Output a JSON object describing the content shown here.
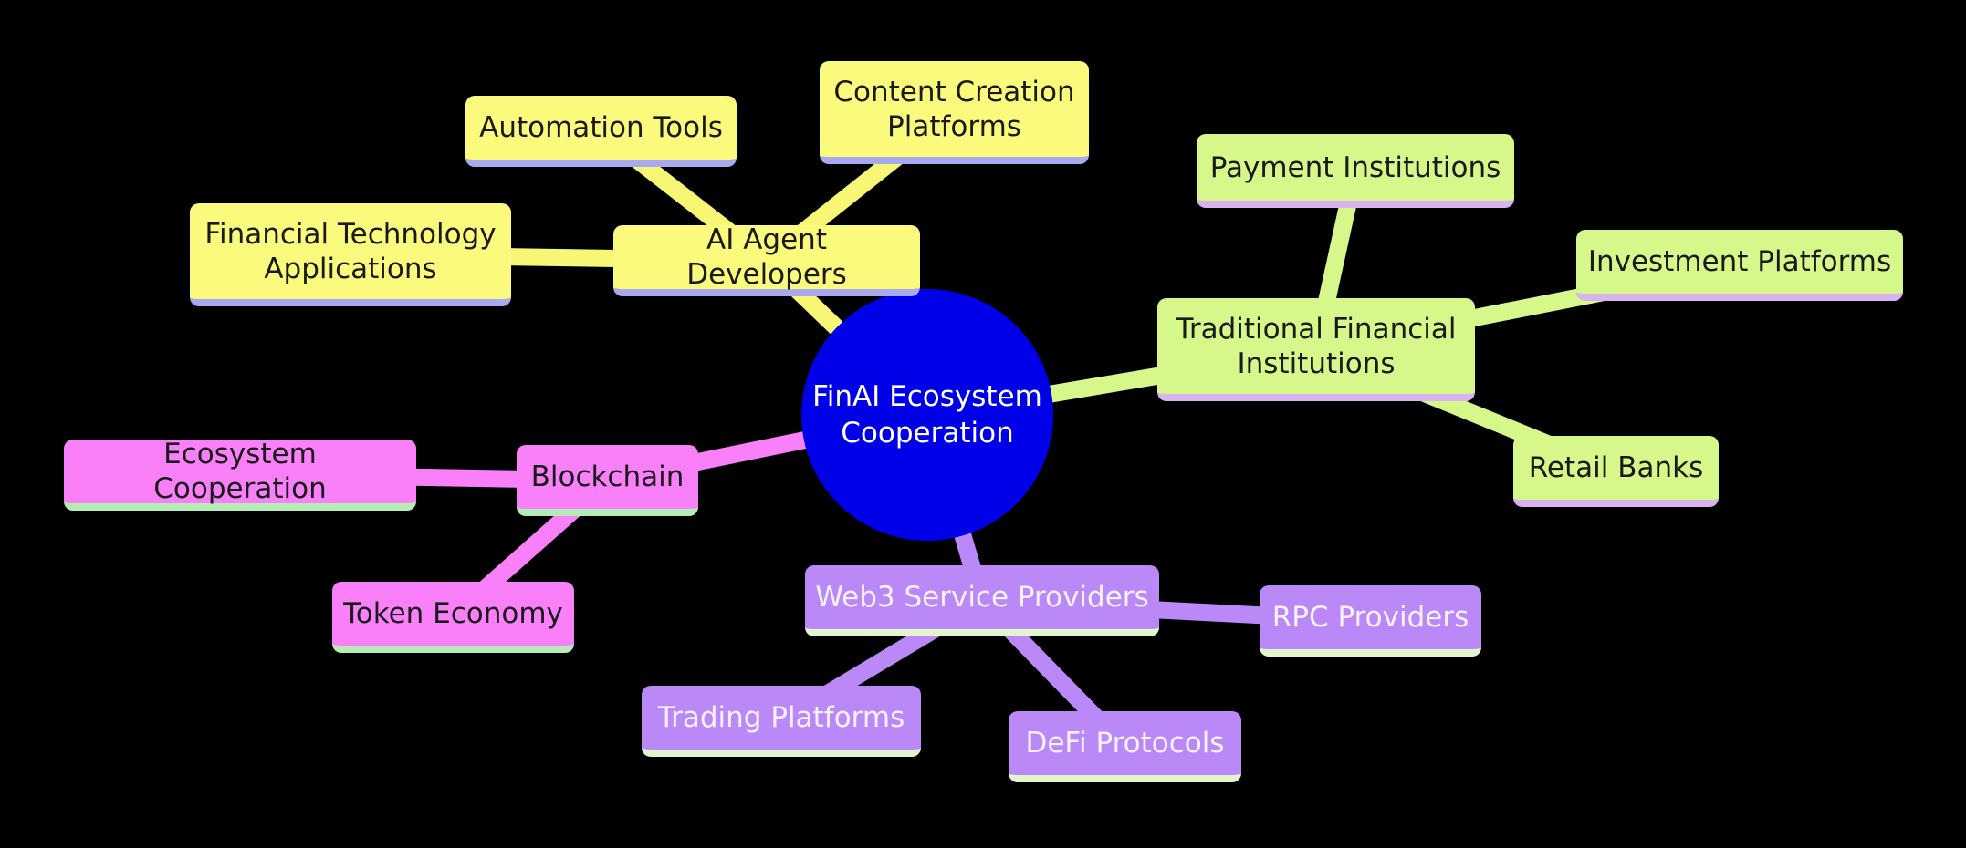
{
  "mindmap": {
    "root": {
      "line1": "FinAI Ecosystem",
      "line2": "Cooperation"
    },
    "branches": {
      "ai_agents": {
        "label": "AI Agent Developers",
        "children": {
          "automation": "Automation Tools",
          "content": "Content Creation Platforms",
          "fintech": "Financial Technology Applications"
        }
      },
      "tradfi": {
        "label": "Traditional Financial Institutions",
        "children": {
          "payment": "Payment Institutions",
          "investment": "Investment Platforms",
          "retail": "Retail Banks"
        }
      },
      "blockchain": {
        "label": "Blockchain",
        "children": {
          "ecosystem": "Ecosystem Cooperation",
          "token": "Token Economy"
        }
      },
      "web3": {
        "label": "Web3 Service Providers",
        "children": {
          "rpc": "RPC Providers",
          "trading": "Trading Platforms",
          "defi": "DeFi Protocols"
        }
      }
    },
    "colors": {
      "background": "#000000",
      "root_fill": "#0000e8",
      "root_text": "#ffffff",
      "yellow_fill": "#fafa7d",
      "yellow_strip": "#a9a9ef",
      "yellow_text": "#1a1a1a",
      "green_fill": "#d6f78a",
      "green_strip": "#d9b3f0",
      "green_text": "#1a1a1a",
      "pink_fill": "#fa80fa",
      "pink_strip": "#b5ecb5",
      "pink_text": "#1a1a1a",
      "purple_fill": "#bb88f8",
      "purple_strip": "#e2f5cd",
      "purple_text": "#ffffff"
    }
  }
}
